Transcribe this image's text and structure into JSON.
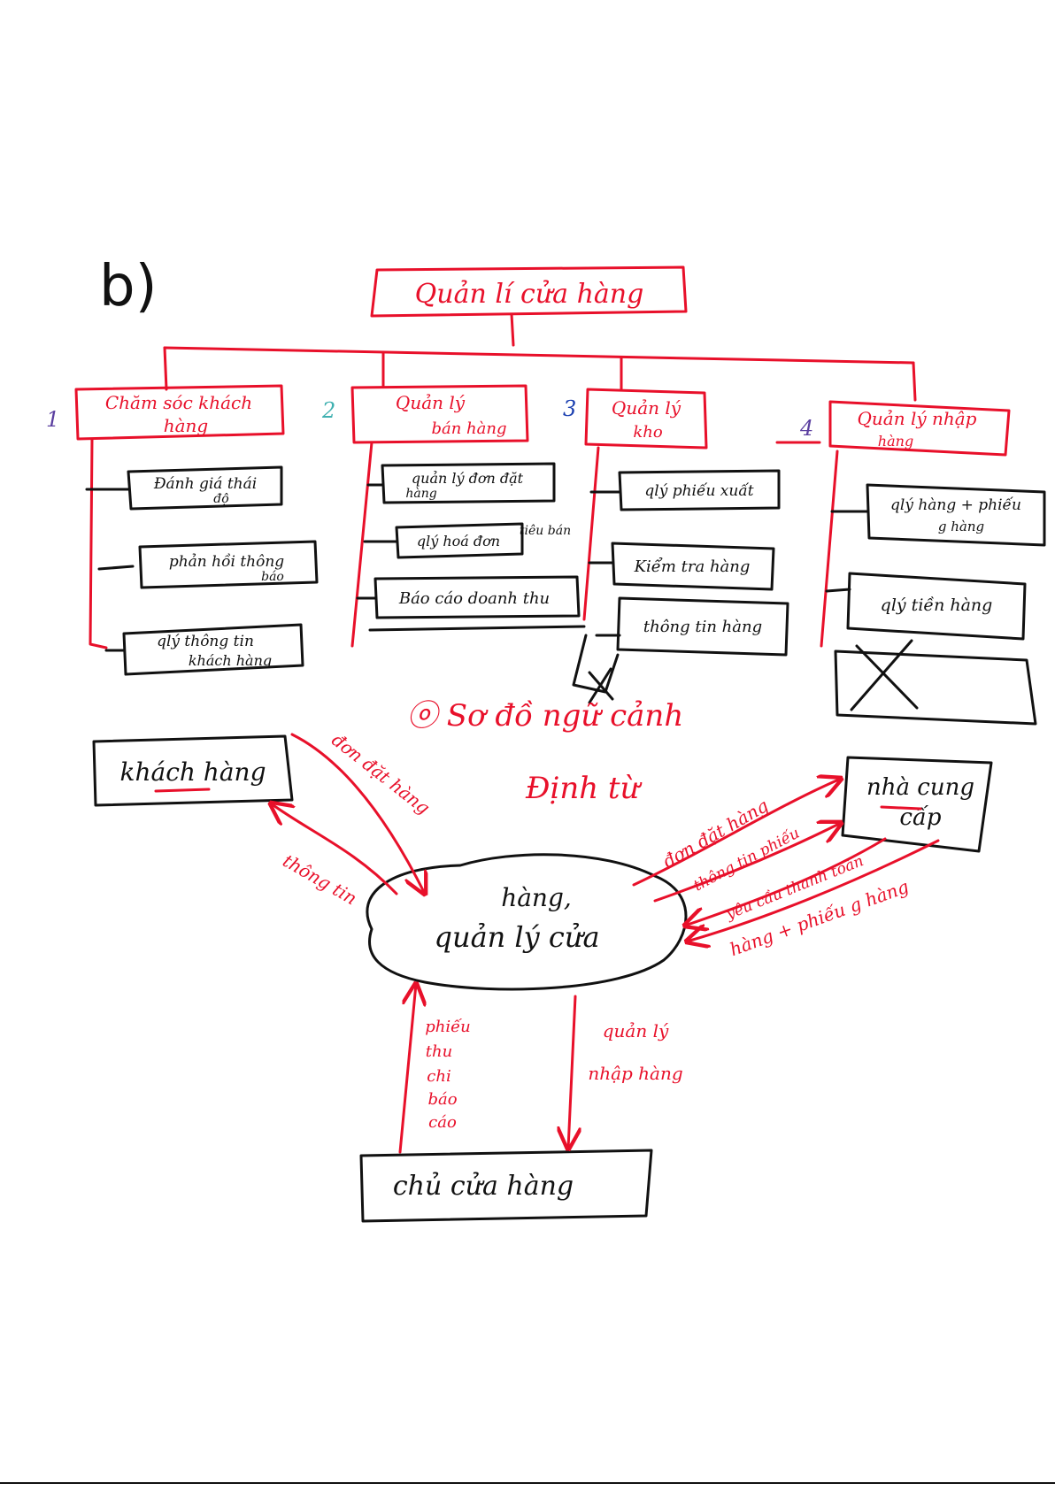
{
  "part_label": "b)",
  "root": {
    "label": "Quản lí cửa hàng"
  },
  "modules": [
    {
      "number": "1",
      "number_color": "#5b3fa0",
      "title_lines": [
        "Chăm sóc khách",
        "hàng"
      ],
      "items": [
        [
          "Đánh giá thái",
          "độ"
        ],
        [
          "phản hồi thông",
          "báo"
        ],
        [
          "qlý thông tin",
          "khách hàng"
        ]
      ]
    },
    {
      "number": "2",
      "number_color": "#3fb0b0",
      "title_lines": [
        "Quản lý",
        "bán hàng"
      ],
      "items": [
        [
          "quản lý đơn đặt",
          "hàng"
        ],
        [
          "qlý hoá đơn",
          "tiêu bán"
        ],
        [
          "Báo cáo doanh thu",
          ""
        ]
      ]
    },
    {
      "number": "3",
      "number_color": "#1a3fb0",
      "title_lines": [
        "Quản lý",
        "kho"
      ],
      "items": [
        [
          "qlý phiếu xuất",
          ""
        ],
        [
          "Kiểm tra hàng",
          ""
        ],
        [
          "thông tin hàng",
          ""
        ]
      ]
    },
    {
      "number": "4",
      "number_color": "#5b3fa0",
      "title_lines": [
        "Quản lý nhập",
        "hàng"
      ],
      "items": [
        [
          "qlý hàng + phiếu",
          "g hàng"
        ],
        [
          "qlý tiền hàng",
          ""
        ]
      ]
    }
  ],
  "context": {
    "title": "ⓞ Sơ đồ ngữ cảnh",
    "subtitle": "Định từ",
    "process_lines": [
      "hàng,",
      "quản lý cửa"
    ],
    "entities": {
      "customer": "khách hàng",
      "supplier_line1": "nhà cung",
      "supplier_line2": "cấp",
      "owner": "chủ cửa hàng"
    },
    "flows": {
      "customer_to_process": "đơn đặt hàng",
      "process_to_customer": "thông tin",
      "process_to_supplier_1": "đơn đặt hàng",
      "process_to_supplier_2": "thông tin phiếu",
      "supplier_to_process_1": "yêu cầu thanh toán",
      "supplier_to_process_2": "hàng + phiếu g hàng",
      "owner_to_process_lines": [
        "phiếu",
        "thu",
        "chi",
        "báo",
        "cáo"
      ],
      "process_to_owner_lines": [
        "quản lý",
        "nhập hàng"
      ]
    }
  },
  "colors": {
    "ink_red": "#e8102a",
    "ink_black": "#111111"
  }
}
